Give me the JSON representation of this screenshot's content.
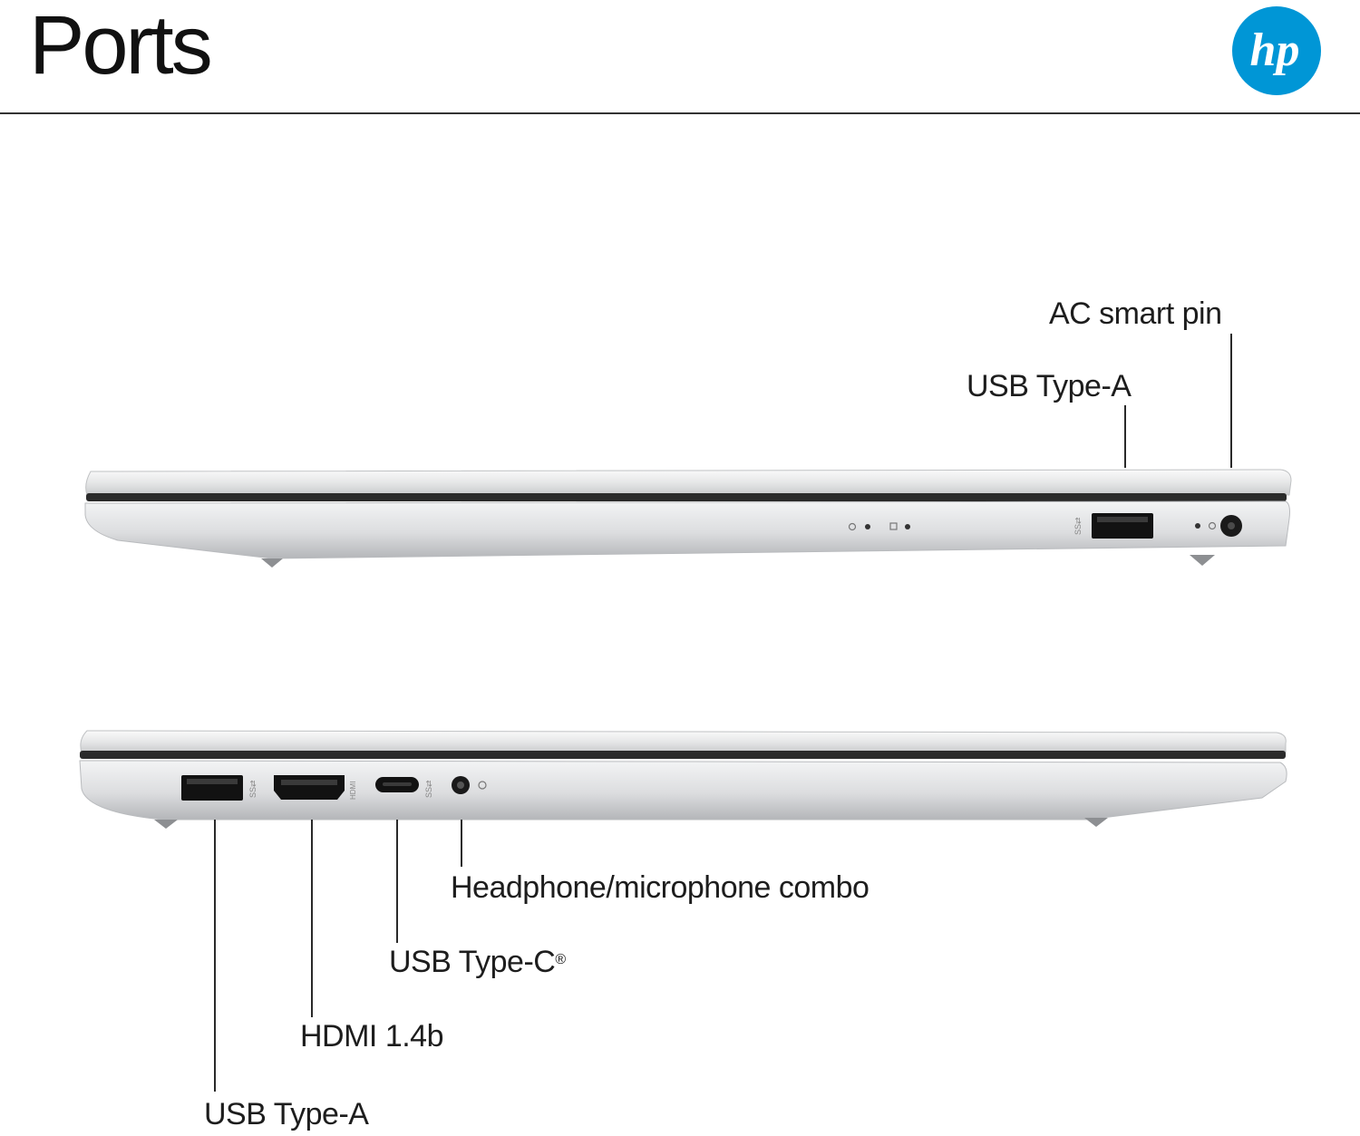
{
  "title": "Ports",
  "brand": {
    "logo_text": "hp",
    "logo_color": "#0096D6",
    "logo_icon": "hp-logo-icon"
  },
  "colors": {
    "chassis_light": "#f1f2f3",
    "chassis_mid": "#d6d8da",
    "chassis_dark": "#a9abae",
    "seam": "#2b2b2b",
    "port": "#121212",
    "leader": "#2a2a2a"
  },
  "right_side_view": {
    "labels": {
      "ac_smart_pin": "AC smart pin",
      "usb_type_a": "USB Type-A"
    },
    "port_icons": [
      "power-led-icon",
      "drive-led-icon",
      "usb-a-port-icon",
      "charge-led-icon",
      "ac-smart-pin-icon"
    ]
  },
  "left_side_view": {
    "labels": {
      "headphone_mic": "Headphone/microphone combo",
      "usb_type_c": "USB Type-C",
      "usb_type_c_mark": "®",
      "hdmi": "HDMI 1.4b",
      "usb_type_a": "USB Type-A"
    },
    "port_icons": [
      "usb-a-port-icon",
      "hdmi-port-icon",
      "usb-c-port-icon",
      "audio-jack-icon"
    ]
  }
}
